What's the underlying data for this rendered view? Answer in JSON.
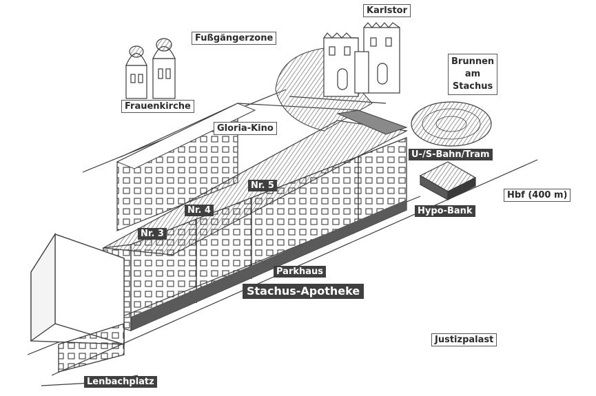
{
  "labels": {
    "karlstor": "Karlstor",
    "fussgaengerzone": "Fußgängerzone",
    "brunnen_line1": "Brunnen",
    "brunnen_line2": "am",
    "brunnen_line3": "Stachus",
    "frauenkirche": "Frauenkirche",
    "gloria_kino": "Gloria-Kino",
    "u_s_bahn": "U-/S-Bahn/Tram",
    "nr5": "Nr. 5",
    "nr4": "Nr. 4",
    "nr3": "Nr. 3",
    "hbf": "Hbf (400 m)",
    "hypo_bank": "Hypo-Bank",
    "parkhaus": "Parkhaus",
    "stachus_apotheke": "Stachus-Apotheke",
    "justizpalast": "Justizpalast",
    "lenbachplatz": "Lenbachplatz"
  },
  "colors": {
    "ink": "#3a3a3a",
    "roof": "#8a8a8a",
    "label_dark_bg": "#3f3f3f",
    "label_light_bg": "#ffffff"
  }
}
